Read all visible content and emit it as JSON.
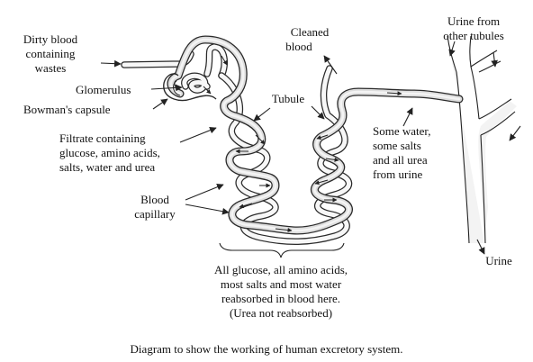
{
  "labels": {
    "dirty_blood": [
      "Dirty blood",
      "containing",
      "wastes"
    ],
    "glomerulus": "Glomerulus",
    "bowmans_capsule": "Bowman's capsule",
    "filtrate": [
      "Filtrate containing",
      "glucose, amino acids,",
      "salts, water and urea"
    ],
    "blood_capillary": [
      "Blood",
      "capillary"
    ],
    "cleaned_blood": [
      "Cleaned",
      "blood"
    ],
    "tubule": "Tubule",
    "some_water": [
      "Some water,",
      "some salts",
      "and all urea",
      "from urine"
    ],
    "urine_from_other": [
      "Urine from",
      "other tubules"
    ],
    "urine": "Urine",
    "reabsorbed": [
      "All glucose, all amino acids,",
      "most salts and most water",
      "reabsorbed in blood here.",
      "(Urea not reabsorbed)"
    ]
  },
  "caption": "Diagram to show the working of human excretory system."
}
